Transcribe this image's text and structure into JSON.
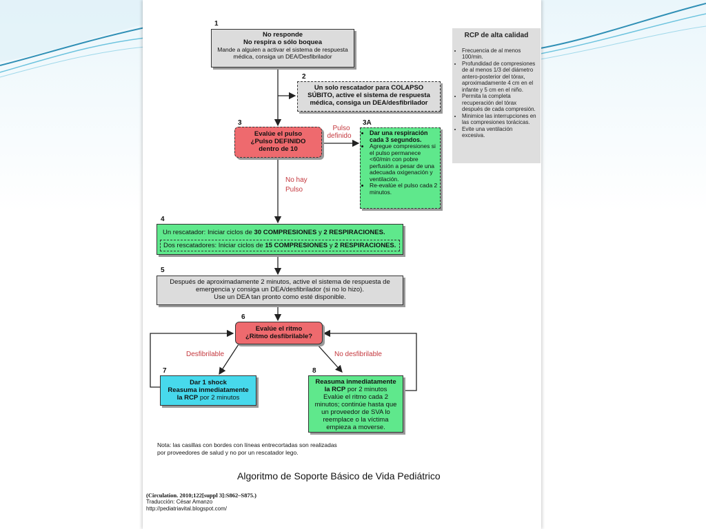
{
  "step_numbers": {
    "n1": "1",
    "n2": "2",
    "n3": "3",
    "n3a": "3A",
    "n4": "4",
    "n5": "5",
    "n6": "6",
    "n7": "7",
    "n8": "8"
  },
  "box1": {
    "title1": "No responde",
    "title2": "No respira o sólo boquea",
    "text": "Mande a alguien a activar el sistema de respuesta médica, consiga un DEA/Desfibrilador"
  },
  "box2": {
    "text": "Un solo rescatador para COLAPSO SÚBITO, active el sistema de respuesta médica, consiga un DEA/desfibrilador"
  },
  "box3": {
    "line1": "Evalúe el pulso",
    "line2": "¿Pulso DEFINIDO",
    "line3": "dentro de 10"
  },
  "label_pulso_definido": {
    "a": "Pulso",
    "b": "definido"
  },
  "label_no_pulso": {
    "a": "No hay",
    "b": "Pulso"
  },
  "box3a": {
    "items": [
      "Dar una respiración cada 3 segundos.",
      "Agregue compresiones si el pulso permanece <60/min con pobre perfusión a pesar de una adecuada oxigenación y ventilación.",
      "Re-evalúe el pulso cada 2 minutos."
    ]
  },
  "box4": {
    "row1_pre": "Un rescatador: Iniciar ciclos de ",
    "row1_b1": "30 COMPRESIONES",
    "row1_mid": " y ",
    "row1_b2": "2 RESPIRACIONES.",
    "row2_pre": "Dos rescatadores: Iniciar ciclos de ",
    "row2_b1": "15 COMPRESIONES",
    "row2_mid": " y ",
    "row2_b2": "2 RESPIRACIONES."
  },
  "box5": {
    "text": "Después de aproximadamente 2 minutos, active el sistema de respuesta de emergencia y consiga un DEA/desfibrilador (si no lo hizo).",
    "text2": "Use un DEA tan pronto como esté disponible."
  },
  "box6": {
    "line1": "Evalúe el ritmo",
    "line2": "¿Ritmo desfibrilable?"
  },
  "label_desf": "Desfibrilable",
  "label_nodesf": "No desfibrilable",
  "box7": {
    "line1": "Dar 1 shock",
    "line2": "Reasuma inmediatamente",
    "line3b": "la RCP",
    "line3": " por 2 minutos"
  },
  "box8": {
    "line1": "Reasuma inmediatamente",
    "line2b": "la RCP",
    "line2": " por 2 minutos",
    "rest": "Evalúe el ritmo cada 2 minutos; continúe hasta que un proveedor de SVA lo reemplace o la víctima empieza a moverse."
  },
  "panel": {
    "title": "RCP de alta calidad",
    "items": [
      "Frecuencia de al menos 100/min.",
      "Profundidad de compresiones de al menos 1/3 del diámetro antero-posterior del tórax, aproximadamente 4 cm en el infante y 5 cm en el niño.",
      "Permita la completa recuperación del tórax después de cada compresión.",
      "Minimice las interrupciones en las compresiones torácicas.",
      "Evite una ventilación excesiva."
    ]
  },
  "note": {
    "line1": "Nota: las casillas con bordes con líneas entrecortadas son realizadas",
    "line2": "por proveedores de salud y no por un rescatador lego."
  },
  "title": "Algoritmo de Soporte Básico de Vida Pediátrico",
  "citation": {
    "ref": "(Circulation. 2010;122[suppl 3]:S862–S875.)",
    "trad": "Traducción: César Amanzo",
    "url": "http://pediatriavital.blogspot.com/"
  },
  "colors": {
    "grey": "#dcdcdc",
    "red": "#ee6a6e",
    "green": "#5fe88c",
    "cyan": "#47d9ec",
    "label_red": "#c4373d"
  }
}
